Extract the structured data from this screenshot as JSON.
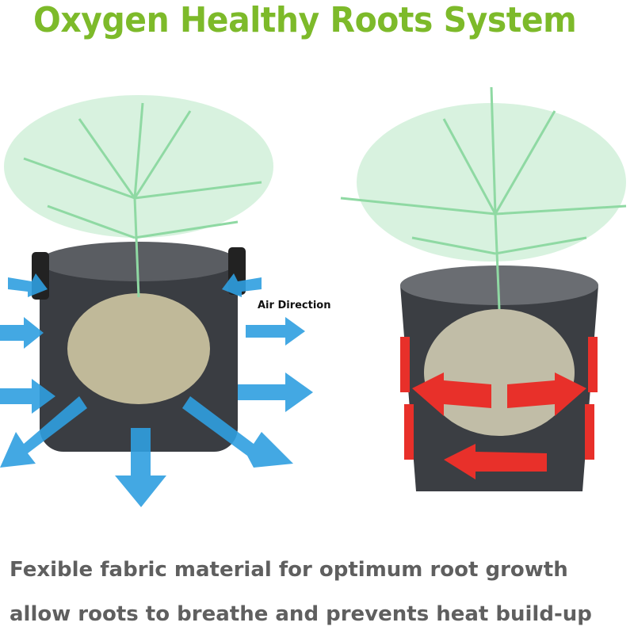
{
  "title": "Oxygen Healthy Roots System",
  "air_label": "Air Direction",
  "caption_line1": "Fexible fabric material for optimum root growth",
  "caption_line2": "allow roots to breathe and prevents heat build-up",
  "colors": {
    "title": "#7dba2a",
    "air_arrows": "#2f9fe0",
    "heat_arrows": "#e8302a",
    "caption": "#5f5f5f"
  }
}
